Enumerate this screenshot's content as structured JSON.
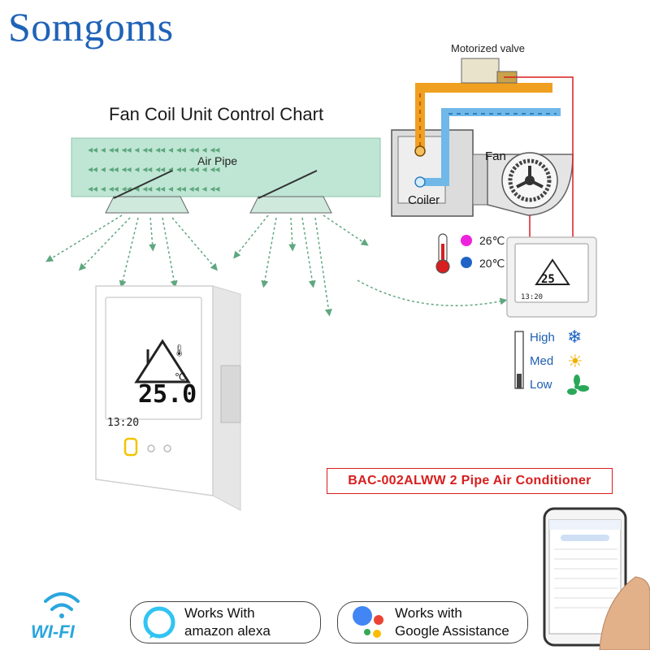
{
  "brand": {
    "name": "Somgoms",
    "color": "#1f63b7"
  },
  "diagram": {
    "title": "Fan Coil Unit Control Chart",
    "labels": {
      "valve": "Motorized valve",
      "fan": "Fan",
      "coiler": "Coiler",
      "air_pipe": "Air Pipe"
    },
    "temperatures": {
      "hot": "26℃",
      "cold": "20℃"
    },
    "fan_speeds": [
      "High",
      "Med",
      "Low"
    ],
    "thermostat_display": {
      "temperature": "25.0",
      "unit": "℃",
      "time": "13:20"
    },
    "colors": {
      "hot_pipe": "#f0a020",
      "cold_pipe": "#6fb8e8",
      "air": "#bfe6d4",
      "arrows": "#5fa77f",
      "wire": "#d81e1e"
    }
  },
  "model": {
    "text": "BAC-002ALWW 2 Pipe Air Conditioner"
  },
  "wifi": {
    "label": "WI-FI",
    "icon": "wifi-icon"
  },
  "badges": {
    "alexa": {
      "line1": "Works With",
      "line2": "amazon alexa",
      "icon": "alexa-icon"
    },
    "google": {
      "line1": "Works with",
      "line2": "Google Assistance",
      "icon": "google-assistant-icon"
    }
  }
}
